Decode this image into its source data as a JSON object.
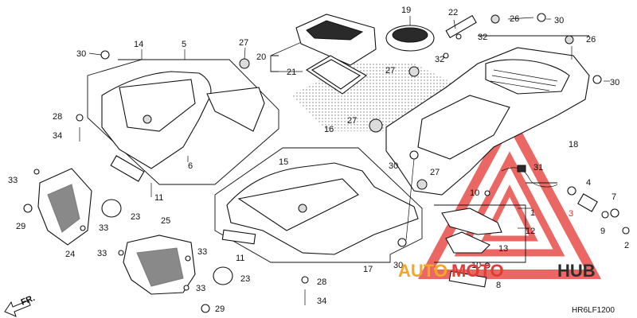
{
  "diagram_code": "HR6LF1200",
  "direction_label": "FR.",
  "watermark": {
    "part1": "AUTO",
    "part2": "MOTO",
    "part3": "HUB",
    "color_orange": "#f5a623",
    "color_red": "#e53935",
    "color_dark": "#2d2d2d"
  },
  "callouts": [
    {
      "id": "c1",
      "text": "1"
    },
    {
      "id": "c2",
      "text": "2"
    },
    {
      "id": "c3",
      "text": "3"
    },
    {
      "id": "c4",
      "text": "4"
    },
    {
      "id": "c5",
      "text": "5"
    },
    {
      "id": "c6",
      "text": "6"
    },
    {
      "id": "c7",
      "text": "7"
    },
    {
      "id": "c8",
      "text": "8"
    },
    {
      "id": "c9",
      "text": "9"
    },
    {
      "id": "c10a",
      "text": "10"
    },
    {
      "id": "c10b",
      "text": "10"
    },
    {
      "id": "c11a",
      "text": "11"
    },
    {
      "id": "c11b",
      "text": "11"
    },
    {
      "id": "c12",
      "text": "12"
    },
    {
      "id": "c13",
      "text": "13"
    },
    {
      "id": "c14",
      "text": "14"
    },
    {
      "id": "c15",
      "text": "15"
    },
    {
      "id": "c16",
      "text": "16"
    },
    {
      "id": "c17",
      "text": "17"
    },
    {
      "id": "c18",
      "text": "18"
    },
    {
      "id": "c19",
      "text": "19"
    },
    {
      "id": "c20",
      "text": "20"
    },
    {
      "id": "c21",
      "text": "21"
    },
    {
      "id": "c22",
      "text": "22"
    },
    {
      "id": "c23a",
      "text": "23"
    },
    {
      "id": "c23b",
      "text": "23"
    },
    {
      "id": "c24",
      "text": "24"
    },
    {
      "id": "c25",
      "text": "25"
    },
    {
      "id": "c26a",
      "text": "26"
    },
    {
      "id": "c26b",
      "text": "26"
    },
    {
      "id": "c27a",
      "text": "27"
    },
    {
      "id": "c27b",
      "text": "27"
    },
    {
      "id": "c27c",
      "text": "27"
    },
    {
      "id": "c27d",
      "text": "27"
    },
    {
      "id": "c28a",
      "text": "28"
    },
    {
      "id": "c28b",
      "text": "28"
    },
    {
      "id": "c29a",
      "text": "29"
    },
    {
      "id": "c29b",
      "text": "29"
    },
    {
      "id": "c30a",
      "text": "30"
    },
    {
      "id": "c30b",
      "text": "30"
    },
    {
      "id": "c30c",
      "text": "30"
    },
    {
      "id": "c30d",
      "text": "30"
    },
    {
      "id": "c30e",
      "text": "30"
    },
    {
      "id": "c31",
      "text": "31"
    },
    {
      "id": "c32a",
      "text": "32"
    },
    {
      "id": "c32b",
      "text": "32"
    },
    {
      "id": "c33a",
      "text": "33"
    },
    {
      "id": "c33b",
      "text": "33"
    },
    {
      "id": "c33c",
      "text": "33"
    },
    {
      "id": "c33d",
      "text": "33"
    },
    {
      "id": "c33e",
      "text": "33"
    },
    {
      "id": "c34a",
      "text": "34"
    },
    {
      "id": "c34b",
      "text": "34"
    }
  ]
}
